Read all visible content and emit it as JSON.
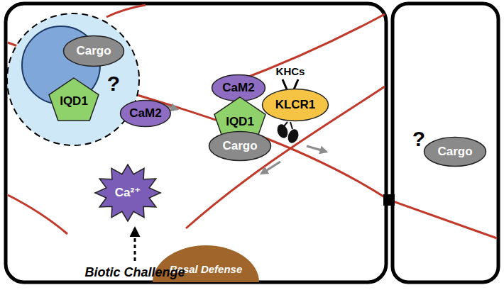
{
  "diagram": {
    "nodes": [
      {
        "text": [
          "Cargo"
        ]
      },
      {
        "text": [
          "IQD1"
        ]
      },
      {
        "text": [
          "CaM2"
        ]
      },
      {
        "text": [
          "CaM2"
        ]
      },
      {
        "text": [
          "KLCR1"
        ]
      },
      {
        "text": [
          "IQD1"
        ]
      },
      {
        "text": [
          "Cargo"
        ]
      },
      {
        "text": [
          "Ca²⁺"
        ]
      },
      {
        "text": [
          "Basal Defense"
        ]
      },
      {
        "text": [
          "Cargo"
        ]
      }
    ],
    "labels": [
      "?",
      "KHCs",
      "?",
      "Biotic Challenge"
    ]
  }
}
